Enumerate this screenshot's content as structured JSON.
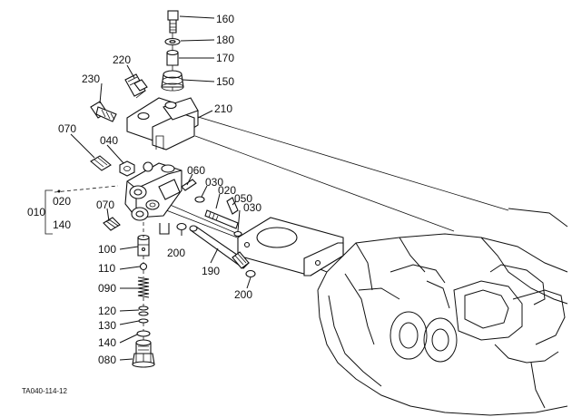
{
  "diagram": {
    "labels": {
      "p160": "160",
      "p180": "180",
      "p170": "170",
      "p150": "150",
      "p220": "220",
      "p230": "230",
      "p210": "210",
      "p070a": "070",
      "p040": "040",
      "p060": "060",
      "p030a": "030",
      "p020a": "020",
      "p050": "050",
      "p030b": "030",
      "p010": "010",
      "p020b": "020",
      "p140a": "140",
      "p070b": "070",
      "p100": "100",
      "p200a": "200",
      "p110": "110",
      "p190": "190",
      "p090": "090",
      "p200b": "200",
      "p120": "120",
      "p130": "130",
      "p140b": "140",
      "p080": "080"
    },
    "reference_code": "TA040-114-12"
  }
}
